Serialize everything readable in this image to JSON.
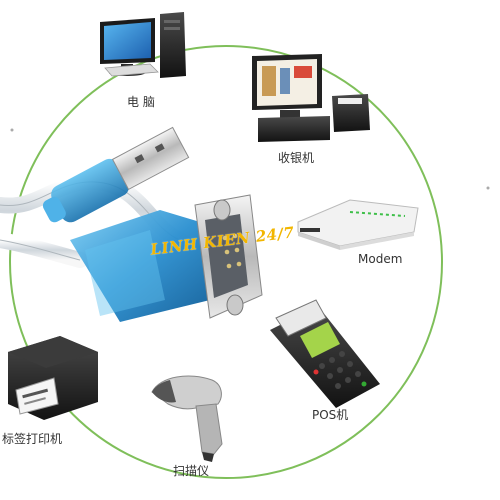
{
  "labels": {
    "computer": "电 脑",
    "cash_register": "收银机",
    "modem": "Modem",
    "pos": "POS机",
    "scanner": "扫描仪",
    "label_printer": "标签打印机"
  },
  "watermark": "LINH KIEN 24/7",
  "colors": {
    "ring": "#7fbf5a",
    "cable_blue": "#2a8fd0",
    "watermark": "#f2b600"
  },
  "icons": [
    "computer-icon",
    "cash-register-icon",
    "modem-icon",
    "pos-terminal-icon",
    "barcode-scanner-icon",
    "label-printer-icon",
    "usb-serial-cable-icon"
  ]
}
